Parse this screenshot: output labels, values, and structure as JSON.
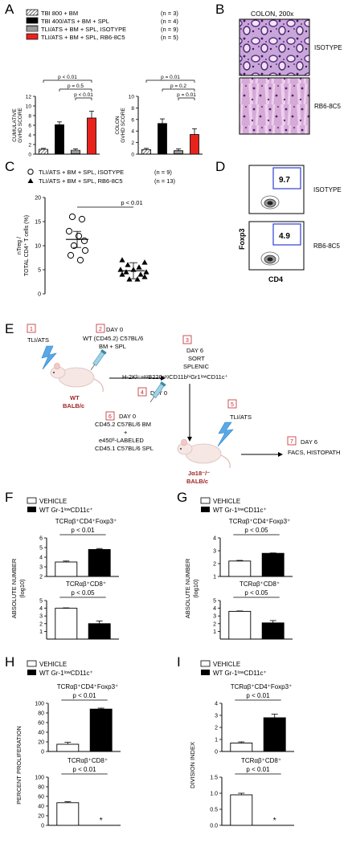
{
  "panels": {
    "A": {
      "letter": "A",
      "legend": [
        {
          "label": "TBI 800 + BM",
          "n": "(n = 3)",
          "style": "hatch"
        },
        {
          "label": "TBI 400/ATS + BM + SPL",
          "n": "(n = 4)",
          "style": "black"
        },
        {
          "label": "TLI/ATS + BM + SPL, ISOTYPE",
          "n": "(n = 9)",
          "style": "stripes"
        },
        {
          "label": "TLI/ATS + BM + SPL, RB6-8C5",
          "n": "(n = 5)",
          "style": "red"
        }
      ],
      "charts": [
        {
          "ylabel": "CUMULATIVE GVHD SCORE",
          "yticks": [
            "0",
            "2",
            "4",
            "6",
            "8",
            "10",
            "12"
          ],
          "pvals": [
            "p < 0.01",
            "p = 0.5",
            "p < 0.01"
          ]
        },
        {
          "ylabel": "COLON GVHD SCORE",
          "yticks": [
            "0",
            "2",
            "4",
            "6",
            "8",
            "10"
          ],
          "pvals": [
            "p = 0.01",
            "p = 0.2",
            "p = 0.01"
          ]
        }
      ]
    },
    "B": {
      "letter": "B",
      "title": "COLON, 200x",
      "labels": [
        "ISOTYPE",
        "RB6-8C5"
      ]
    },
    "C": {
      "letter": "C",
      "legend": [
        {
          "label": "TLI/ATS + BM + SPL, ISOTYPE",
          "n": "(n = 9)",
          "marker": "circle"
        },
        {
          "label": "TLI/ATS + BM + SPL, RB6-8C5",
          "n": "(n = 13)",
          "marker": "triangle"
        }
      ],
      "ylabel": "nTreg / TOTAL CD4⁺ T cells (%)",
      "yticks": [
        "0",
        "5",
        "10",
        "15",
        "20"
      ],
      "pval": "p < 0.01"
    },
    "D": {
      "letter": "D",
      "values": [
        "9.7",
        "4.9"
      ],
      "labels": [
        "ISOTYPE",
        "RB6-8C5"
      ],
      "xaxis": "CD4",
      "yaxis": "Foxp3"
    },
    "E": {
      "letter": "E",
      "steps": [
        "1",
        "2",
        "3",
        "4",
        "5",
        "6",
        "7"
      ],
      "tli_ats": "TLI/ATS",
      "day0": "DAY 0",
      "step2": [
        "WT (CD45.2) C57BL/6",
        "BM + SPL"
      ],
      "wt": [
        "WT",
        "BALB/c"
      ],
      "step3": [
        "DAY 6",
        "SORT",
        "SPLENIC"
      ],
      "sort_population": "H-2Kᵇ⁻ⁿᵉᵍB220ⁿᵉᵍCD11bʰⁱGr1ˡᵒʷCD11c⁺",
      "step6": [
        "DAY 0",
        "CD45.2 C57BL/6 BM",
        "+",
        "e450ᶠˡ-LABELED",
        "CD45.1 C57BL/6 SPL"
      ],
      "recipient": [
        "Jα18⁻/⁻",
        "BALB/c"
      ],
      "step7": [
        "DAY 6",
        "FACS, HISTOPATH"
      ]
    },
    "legend_vw": {
      "vehicle": "VEHICLE",
      "wt": "WT  Gr-1ˡᵒʷCD11c⁺"
    },
    "subtitles": {
      "treg": "TCRαβ⁺CD4⁺Foxp3⁺",
      "cd8": "TCRαβ⁺CD8⁺"
    },
    "F": {
      "letter": "F",
      "ylabel": "ABSOLUTE NUMBER (log10)"
    },
    "G": {
      "letter": "G",
      "ylabel": "ABSOLUTE NUMBER (log10)"
    },
    "H": {
      "letter": "H",
      "ylabel": "PERCENT PROLIFERATION"
    },
    "I": {
      "letter": "I",
      "ylabel": "DIVISION INDEX"
    }
  },
  "chart_data": [
    {
      "type": "bar",
      "panel": "A-left",
      "categories": [
        "TBI 800 + BM",
        "TBI 400/ATS + BM + SPL",
        "TLI/ATS + BM + SPL, ISOTYPE",
        "TLI/ATS + BM + SPL, RB6-8C5"
      ],
      "values": [
        1,
        6.1,
        0.8,
        7.5
      ],
      "errors": [
        0.2,
        0.6,
        0.3,
        1.4
      ],
      "ylim": [
        0,
        12
      ],
      "ylabel": "CUMULATIVE GVHD SCORE"
    },
    {
      "type": "bar",
      "panel": "A-right",
      "categories": [
        "TBI 800 + BM",
        "TBI 400/ATS + BM + SPL",
        "TLI/ATS + BM + SPL, ISOTYPE",
        "TLI/ATS + BM + SPL, RB6-8C5"
      ],
      "values": [
        0.8,
        5.3,
        0.6,
        3.4
      ],
      "errors": [
        0.2,
        0.8,
        0.3,
        1.0
      ],
      "ylim": [
        0,
        10
      ],
      "ylabel": "COLON GVHD SCORE"
    },
    {
      "type": "scatter",
      "panel": "C",
      "ylim": [
        0,
        20
      ],
      "ylabel": "nTreg / TOTAL CD4⁺ T cells (%)",
      "series": [
        {
          "name": "TLI/ATS + BM + SPL, ISOTYPE",
          "values": [
            16,
            15.5,
            13,
            12,
            11,
            10,
            9,
            8,
            7
          ],
          "mean": 11.3
        },
        {
          "name": "TLI/ATS + BM + SPL, RB6-8C5",
          "values": [
            7,
            6.5,
            6,
            5.5,
            5,
            5,
            4.5,
            4.5,
            4,
            4,
            3.5,
            3,
            3
          ],
          "mean": 4.8
        }
      ]
    },
    {
      "type": "bar",
      "panel": "F-top",
      "categories": [
        "VEHICLE",
        "WT Gr-1lowCD11c+"
      ],
      "values": [
        3.5,
        4.8
      ],
      "errors": [
        0.1,
        0.1
      ],
      "ylim": [
        2,
        6
      ],
      "yticks": [
        "2",
        "3",
        "4",
        "5",
        "6"
      ],
      "pval": "p < 0.01"
    },
    {
      "type": "bar",
      "panel": "F-bottom",
      "categories": [
        "VEHICLE",
        "WT Gr-1lowCD11c+"
      ],
      "values": [
        4,
        2
      ],
      "errors": [
        0.05,
        0.35
      ],
      "ylim": [
        0,
        5
      ],
      "yticks": [
        "1",
        "2",
        "3",
        "4",
        "5"
      ],
      "pval": "p < 0.05"
    },
    {
      "type": "bar",
      "panel": "G-top",
      "categories": [
        "VEHICLE",
        "WT Gr-1lowCD11c+"
      ],
      "values": [
        2.2,
        2.8
      ],
      "errors": [
        0.05,
        0.03
      ],
      "ylim": [
        1,
        4
      ],
      "yticks": [
        "1",
        "2",
        "3",
        "4"
      ],
      "pval": "p < 0.05"
    },
    {
      "type": "bar",
      "panel": "G-bottom",
      "categories": [
        "VEHICLE",
        "WT Gr-1lowCD11c+"
      ],
      "values": [
        3.6,
        2.1
      ],
      "errors": [
        0.05,
        0.3
      ],
      "ylim": [
        0,
        5
      ],
      "yticks": [
        "1",
        "2",
        "3",
        "4",
        "5"
      ],
      "pval": "p < 0.05"
    },
    {
      "type": "bar",
      "panel": "H-top",
      "categories": [
        "VEHICLE",
        "WT Gr-1lowCD11c+"
      ],
      "values": [
        15,
        88
      ],
      "errors": [
        4,
        2
      ],
      "ylim": [
        0,
        100
      ],
      "yticks": [
        "0",
        "20",
        "40",
        "60",
        "80",
        "100"
      ],
      "pval": "p < 0.01"
    },
    {
      "type": "bar",
      "panel": "H-bottom",
      "categories": [
        "VEHICLE",
        "WT Gr-1lowCD11c+"
      ],
      "values": [
        47,
        0
      ],
      "errors": [
        2,
        0
      ],
      "ylim": [
        0,
        100
      ],
      "yticks": [
        "0",
        "20",
        "40",
        "60",
        "80",
        "100"
      ],
      "pval": "p < 0.01",
      "star": "*"
    },
    {
      "type": "bar",
      "panel": "I-top",
      "categories": [
        "VEHICLE",
        "WT Gr-1lowCD11c+"
      ],
      "values": [
        0.7,
        2.8
      ],
      "errors": [
        0.1,
        0.3
      ],
      "ylim": [
        0,
        4
      ],
      "yticks": [
        "0",
        "1",
        "2",
        "3",
        "4"
      ],
      "pval": "p < 0.01"
    },
    {
      "type": "bar",
      "panel": "I-bottom",
      "categories": [
        "VEHICLE",
        "WT Gr-1lowCD11c+"
      ],
      "values": [
        0.95,
        0
      ],
      "errors": [
        0.05,
        0
      ],
      "ylim": [
        0,
        1.5
      ],
      "yticks": [
        "0.0",
        "0.5",
        "1.0",
        "1.5"
      ],
      "pval": "p < 0.01",
      "star": "*"
    }
  ]
}
